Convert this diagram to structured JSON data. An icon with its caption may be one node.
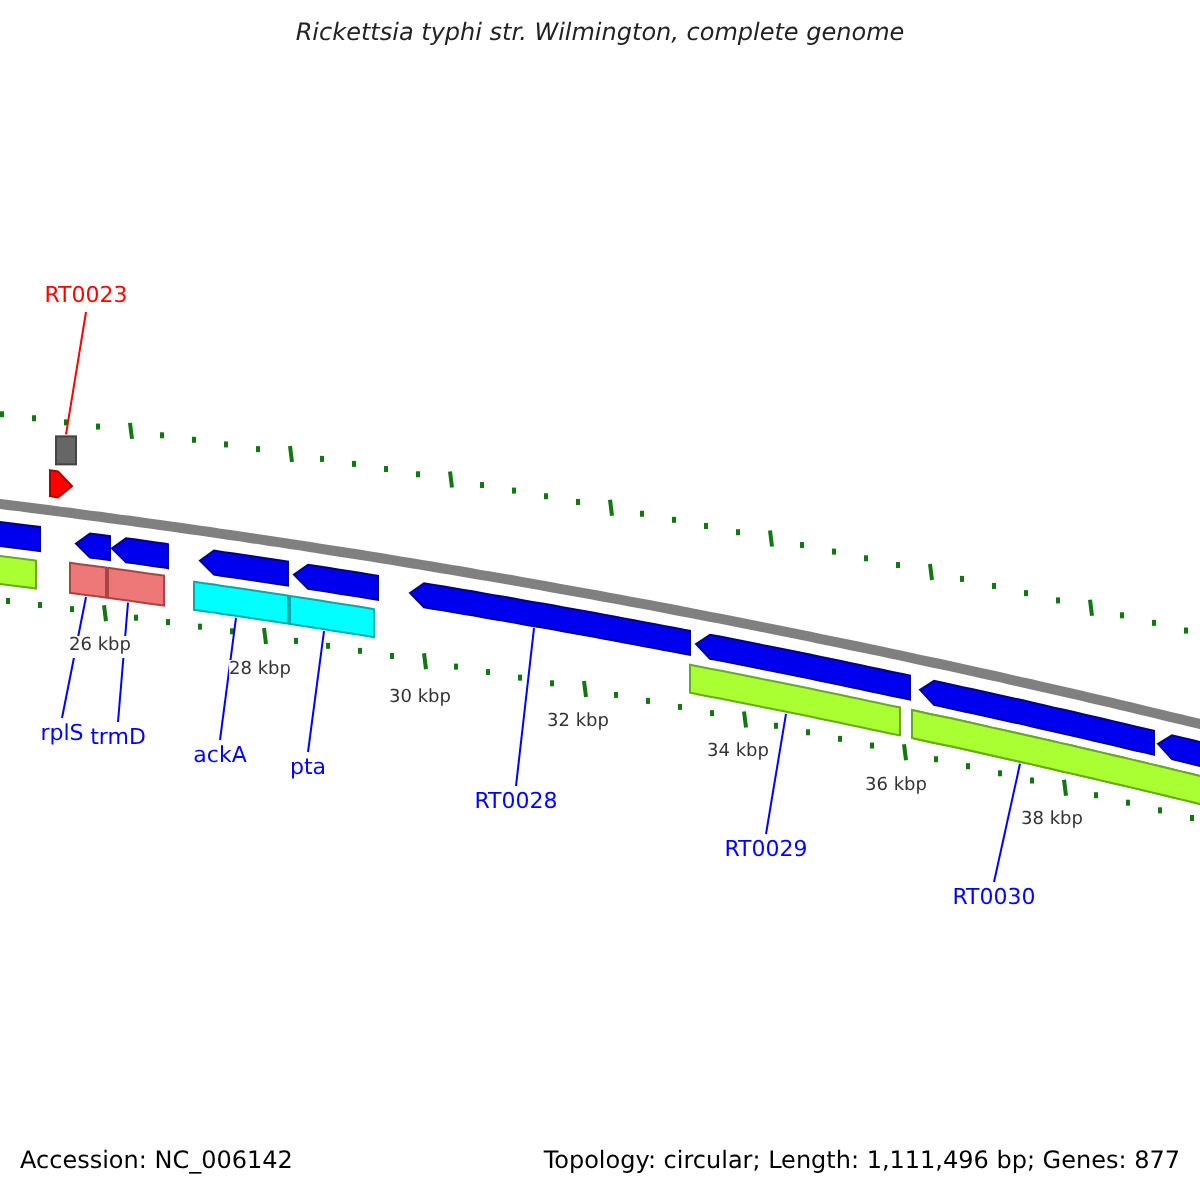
{
  "diagram": {
    "title": "Rickettsia typhi str. Wilmington, complete genome",
    "nodes": [
      {
        "text": [
          "RT0023"
        ]
      },
      {
        "text": [],
        "shape": "arrow"
      },
      {
        "text": [
          "rplS"
        ]
      },
      {
        "text": [],
        "shape": "bar"
      },
      {
        "text": [
          "trmD"
        ]
      },
      {
        "text": [],
        "shape": "bar"
      },
      {
        "text": [
          "ackA"
        ]
      },
      {
        "text": [],
        "shape": "bar"
      },
      {
        "text": [
          "pta"
        ]
      },
      {
        "text": [],
        "shape": "bar"
      },
      {
        "text": [
          "RT0028"
        ]
      },
      {
        "text": [],
        "shape": "arrow"
      },
      {
        "text": [
          "RT0029"
        ]
      },
      {
        "text": [],
        "shape": "bar"
      },
      {
        "text": [
          "RT0030"
        ]
      },
      {
        "text": [],
        "shape": "bar"
      },
      {
        "text": [],
        "shape": "arrow"
      },
      {
        "text": [],
        "shape": "bar"
      },
      {
        "text": [],
        "shape": "arrow"
      },
      {
        "text": [],
        "shape": "arrow"
      },
      {
        "text": [],
        "shape": "arrow"
      },
      {
        "text": [],
        "shape": "arrow"
      },
      {
        "text": [],
        "shape": "arrow"
      },
      {
        "text": [],
        "shape": "arrow"
      },
      {
        "text": [],
        "shape": "bar"
      },
      {
        "text": [],
        "shape": "arrow"
      }
    ],
    "edges": [
      {
        "from": 0,
        "to": 1,
        "arrow": "none",
        "color": "#ff0000"
      },
      {
        "from": 2,
        "to": 3,
        "arrow": "none"
      },
      {
        "from": 4,
        "to": 5,
        "arrow": "none"
      },
      {
        "from": 6,
        "to": 7,
        "arrow": "none"
      },
      {
        "from": 8,
        "to": 9,
        "arrow": "none"
      },
      {
        "from": 10,
        "to": 11,
        "arrow": "none"
      },
      {
        "from": 12,
        "to": 13,
        "arrow": "none"
      },
      {
        "from": 14,
        "to": 15,
        "arrow": "none"
      }
    ],
    "labels": [
      "26 kbp",
      "28 kbp",
      "30 kbp",
      "32 kbp",
      "34 kbp",
      "36 kbp",
      "38 kbp",
      "Accession: NC_006142",
      "Topology: circular; Length: 1,111,496 bp; Genes: 877"
    ]
  }
}
